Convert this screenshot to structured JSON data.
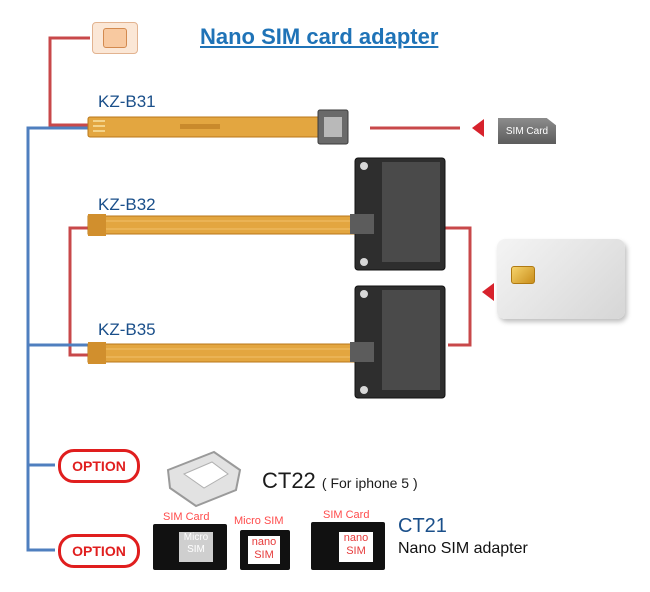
{
  "title": "Nano SIM card adapter",
  "models": {
    "b31": "KZ-B31",
    "b32": "KZ-B32",
    "b35": "KZ-B35"
  },
  "sim_tag": "SIM Card",
  "option_label": "OPTION",
  "ct22": {
    "code": "CT22",
    "note": "( For iphone 5 )"
  },
  "ct21": {
    "code": "CT21",
    "desc": "Nano SIM adapter"
  },
  "adapters": {
    "a1": {
      "top": "SIM Card",
      "inner": "Micro SIM"
    },
    "a2": {
      "top": "Micro SIM",
      "inner": "nano SIM"
    },
    "a3": {
      "top": "SIM Card",
      "inner": "nano SIM"
    }
  },
  "colors": {
    "red_line": "#c8484a",
    "blue_line": "#4f7fbf",
    "flex_cable": "#e3a640",
    "title_blue": "#1f73b7",
    "option_red": "#e01e1e"
  }
}
